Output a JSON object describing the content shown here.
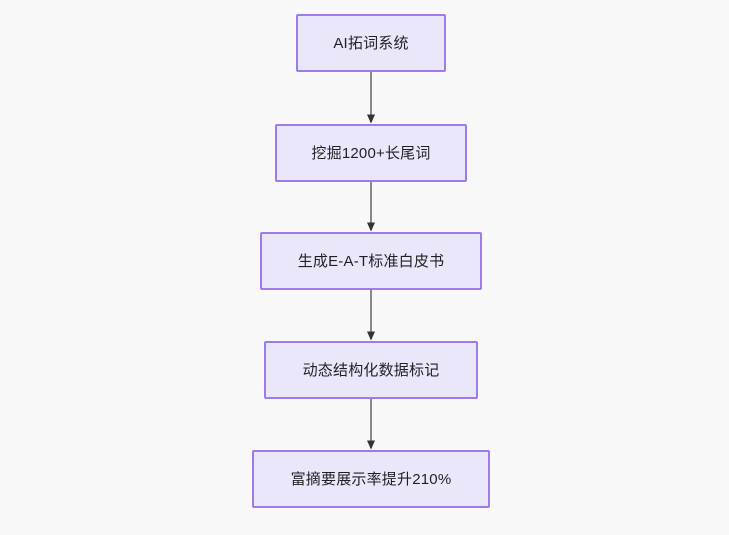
{
  "diagram": {
    "type": "flowchart",
    "direction": "top-to-bottom",
    "background_color": "#f8f8f8",
    "node_fill_color": "#ebe7fb",
    "node_border_color": "#9f7aea",
    "node_text_color": "#1f2024",
    "edge_line_color": "#888888",
    "edge_arrow_color": "#333333",
    "nodes": [
      {
        "id": "n1",
        "label": "AI拓词系统"
      },
      {
        "id": "n2",
        "label": "挖掘1200+长尾词"
      },
      {
        "id": "n3",
        "label": "生成E-A-T标准白皮书"
      },
      {
        "id": "n4",
        "label": "动态结构化数据标记"
      },
      {
        "id": "n5",
        "label": "富摘要展示率提升210%"
      }
    ],
    "edges": [
      {
        "from": "n1",
        "to": "n2",
        "label": ""
      },
      {
        "from": "n2",
        "to": "n3",
        "label": ""
      },
      {
        "from": "n3",
        "to": "n4",
        "label": ""
      },
      {
        "from": "n4",
        "to": "n5",
        "label": ""
      }
    ]
  }
}
